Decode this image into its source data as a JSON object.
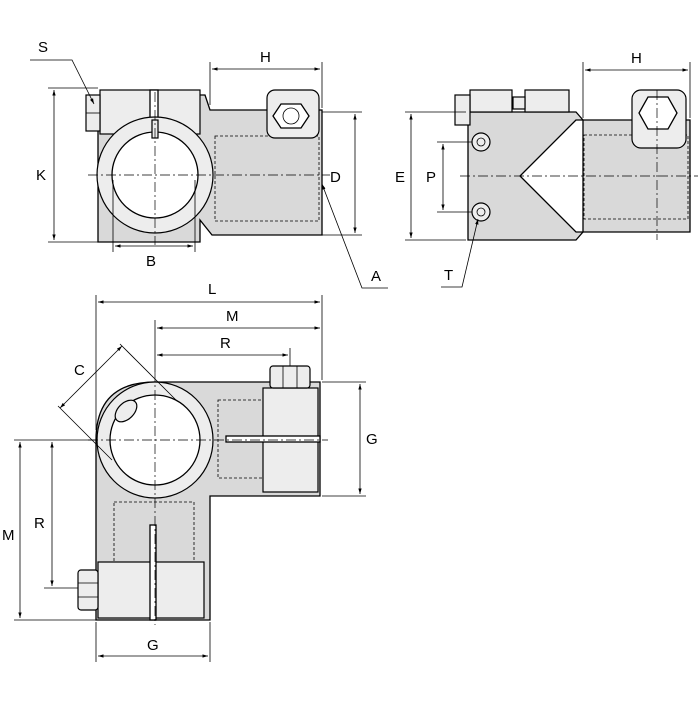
{
  "labels": {
    "S": "S",
    "H_side": "H",
    "K": "K",
    "D": "D",
    "B": "B",
    "A": "A",
    "H_front": "H",
    "E": "E",
    "P": "P",
    "T": "T",
    "L": "L",
    "M_top": "M",
    "R_top": "R",
    "C": "C",
    "G_right": "G",
    "M_left": "M",
    "R_left": "R",
    "G_bottom": "G"
  },
  "colors": {
    "body": "#d9d9d9",
    "light": "#ededed",
    "line": "#000000"
  }
}
